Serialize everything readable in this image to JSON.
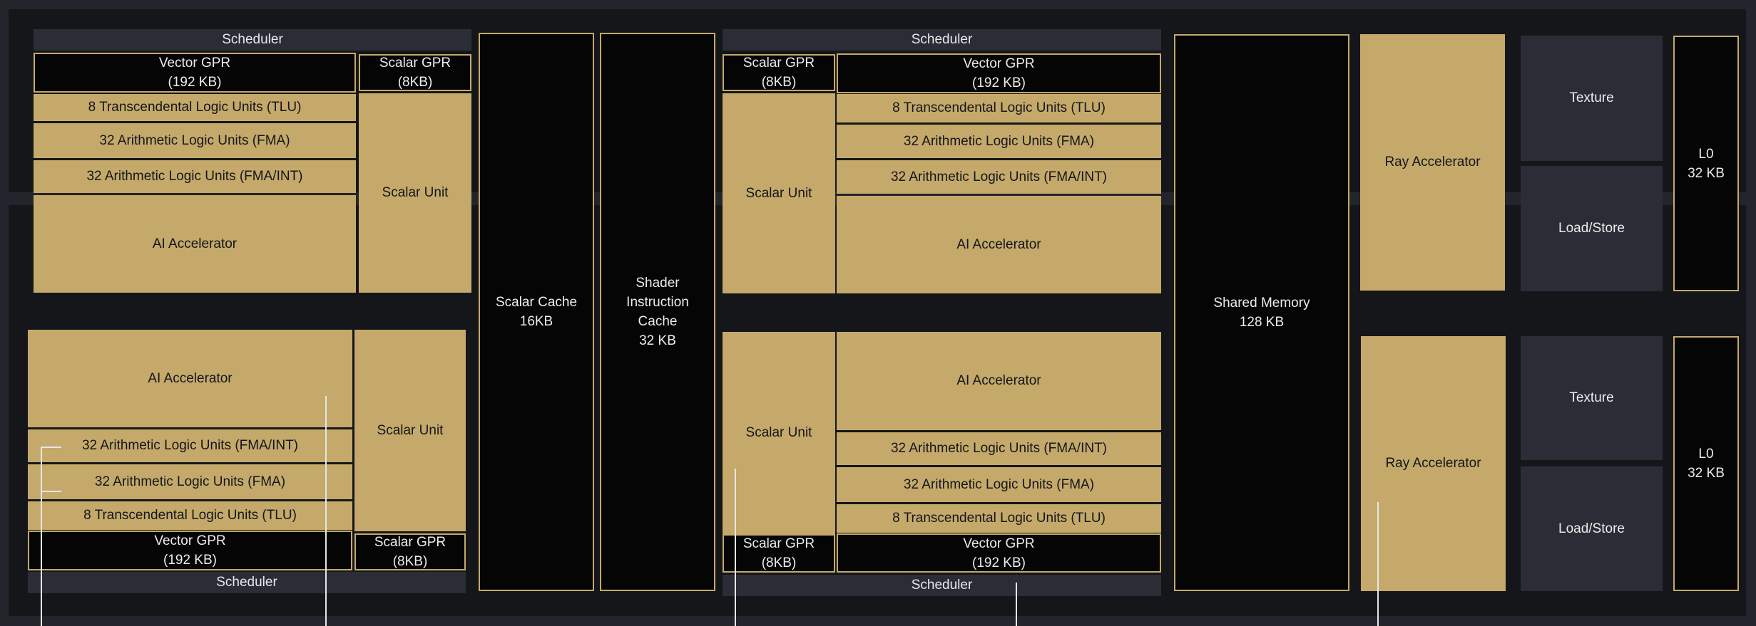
{
  "labels": {
    "scheduler": "Scheduler",
    "vector_gpr": "Vector GPR\n(192 KB)",
    "scalar_gpr": "Scalar GPR (8KB)",
    "tlu": "8 Transcendental Logic Units (TLU)",
    "alu_fma": "32 Arithmetic Logic Units (FMA)",
    "alu_fma_int": "32 Arithmetic Logic Units (FMA/INT)",
    "ai_accel": "AI Accelerator",
    "scalar_unit": "Scalar Unit",
    "scalar_cache": "Scalar Cache\n16KB",
    "shader_icache": "Shader\nInstruction\nCache\n32 KB",
    "shared_memory": "Shared Memory\n128 KB",
    "ray_accel": "Ray Accelerator",
    "texture": "Texture",
    "load_store": "Load/Store",
    "l0": "L0\n32 KB"
  },
  "colors": {
    "background": "#22252c",
    "panel": "#15161a",
    "gold_block": "#c4a96a",
    "black_block": "#050505",
    "grey_block": "#2a2d35"
  }
}
